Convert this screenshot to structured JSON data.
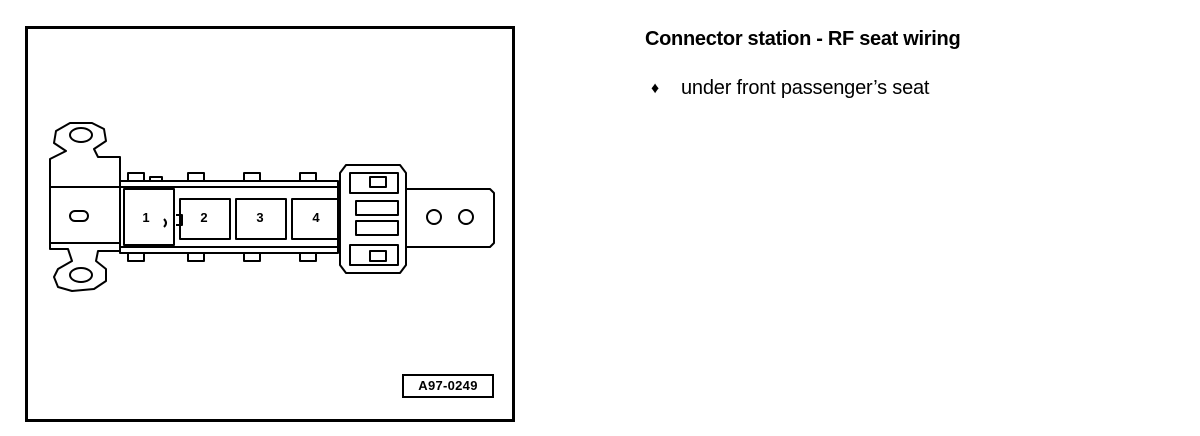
{
  "figure": {
    "code": "A97-0249",
    "pin_labels": [
      "1",
      "2",
      "3",
      "4"
    ]
  },
  "text": {
    "title": "Connector station - RF seat wiring",
    "bullet_icon": "♦",
    "bullet": "under front passenger’s seat"
  }
}
